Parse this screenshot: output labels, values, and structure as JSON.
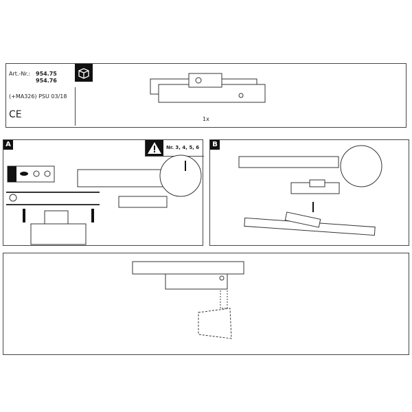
{
  "header": {
    "article_label": "Art.-Nr.:",
    "article_numbers": [
      "954.75",
      "954.76"
    ],
    "revision": "(+MA326) PSU 03/18",
    "ce_mark": "CE",
    "quantity": "1x",
    "box_icon": "package-icon"
  },
  "step_a": {
    "label": "A",
    "warning_icon": "warning-icon",
    "battery_note": "Nr. 3, 4, 5, 6"
  },
  "step_b": {
    "label": "B"
  }
}
